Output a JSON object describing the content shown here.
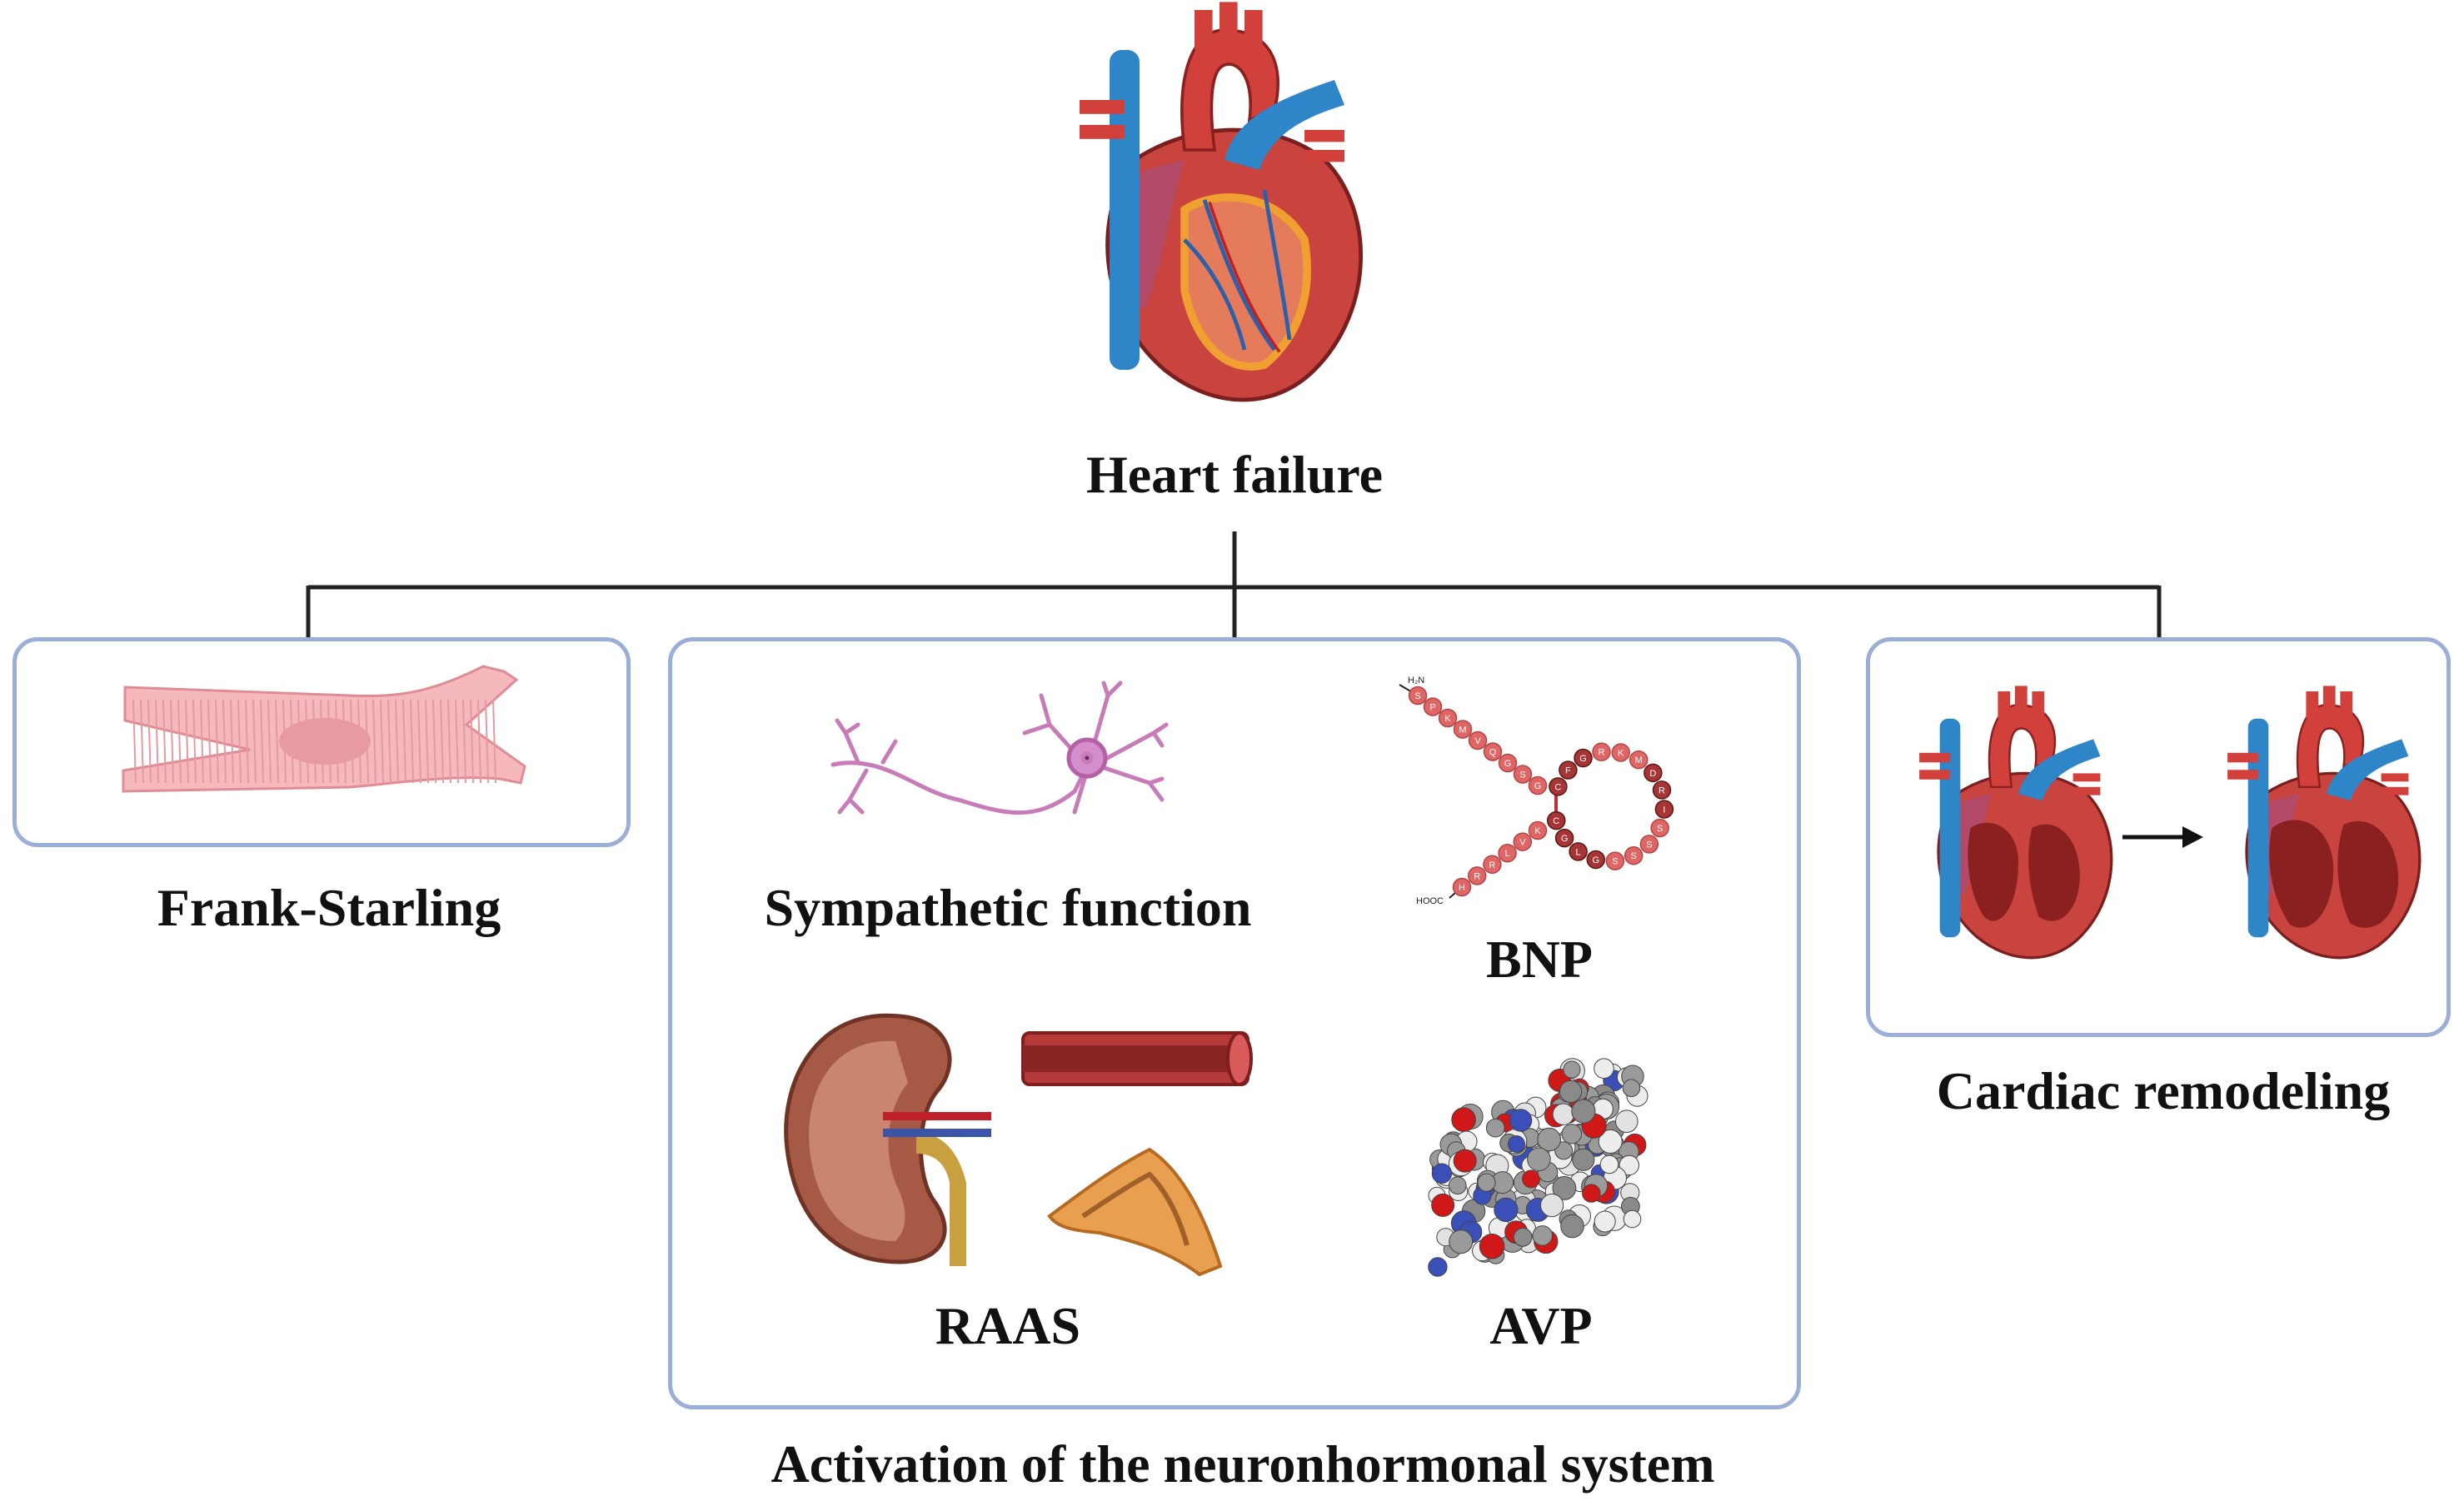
{
  "title": "Heart failure",
  "branches": {
    "frank_starling": "Frank-Starling",
    "neurohormonal": {
      "label": "Activation of the neuronhormonal system",
      "items": {
        "sympathetic": "Sympathetic function",
        "bnp": "BNP",
        "raas": "RAAS",
        "avp": "AVP"
      }
    },
    "remodeling": "Cardiac remodeling"
  },
  "bnp_peptide": {
    "n_terminus": "H₂N",
    "c_terminus": "HOOC",
    "tail_n": [
      "S",
      "P",
      "K",
      "M",
      "V",
      "Q",
      "G",
      "S",
      "G"
    ],
    "ring": [
      "C",
      "F",
      "G",
      "R",
      "K",
      "M",
      "D",
      "R",
      "I",
      "S",
      "S",
      "S",
      "S",
      "G",
      "L",
      "G",
      "C"
    ],
    "ring_dark": [
      0,
      1,
      2,
      6,
      7,
      8,
      13,
      14,
      15,
      16
    ],
    "tail_c": [
      "K",
      "V",
      "L",
      "R",
      "R",
      "H"
    ]
  },
  "colors": {
    "box_border": "#9AAED8",
    "connector": "#222222",
    "residue_light": "#E06666",
    "residue_dark": "#A83535",
    "artery": "#D2403B",
    "vein": "#2E86C8"
  }
}
